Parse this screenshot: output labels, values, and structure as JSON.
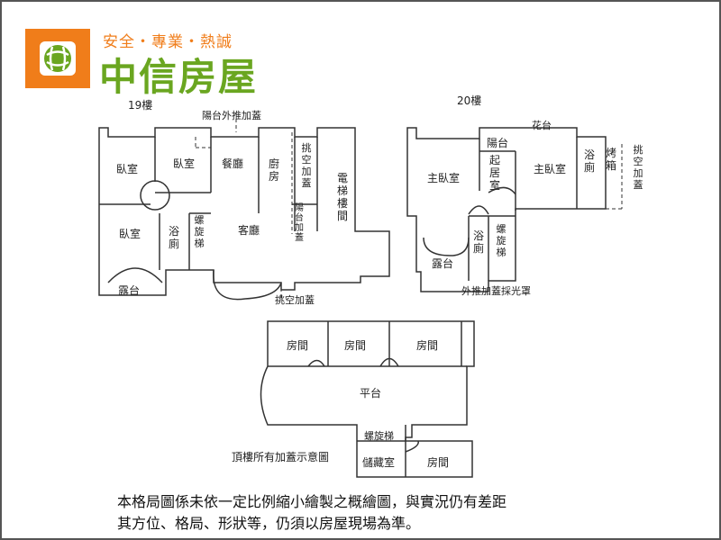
{
  "brand": {
    "slogan": "安全・專業・熱誠",
    "name": "中信房屋",
    "colors": {
      "orange": "#f07d1a",
      "green": "#6aa620"
    }
  },
  "floor19": {
    "title": "19樓",
    "rooms": {
      "bedroom_a": "臥室",
      "bedroom_b": "臥室",
      "bedroom_c": "臥室",
      "dining": "餐廳",
      "kitchen": "廚房",
      "living": "客廳",
      "bath": "浴廁",
      "spiral_stair": "螺旋梯",
      "elevator_stair": "電梯樓間",
      "balcony_cover": "陽台加蓋",
      "terrace": "露台"
    },
    "notes": {
      "balcony_ext": "陽台外推加蓋",
      "void_cover_right": "挑空加蓋",
      "void_cover_bottom": "挑空加蓋"
    }
  },
  "floor20": {
    "title": "20樓",
    "rooms": {
      "master_a": "主臥室",
      "master_b": "主臥室",
      "balcony": "陽台",
      "living": "起居室",
      "bath_a": "浴廁",
      "bath_b": "浴廁",
      "sauna": "烤箱",
      "spiral_stair": "螺旋梯",
      "terrace": "露台",
      "garden": "花台"
    },
    "notes": {
      "void_cover": "挑空加蓋",
      "skylight": "外推加蓋採光罩"
    }
  },
  "roof": {
    "title": "頂樓所有加蓋示意圖",
    "rooms": {
      "room_a": "房間",
      "room_b": "房間",
      "room_c": "房間",
      "room_d": "房間",
      "platform": "平台",
      "spiral_stair": "螺旋梯",
      "storage": "儲藏室"
    }
  },
  "disclaimer": {
    "line1": "本格局圖係未依一定比例縮小繪製之概繪圖，與實況仍有差距",
    "line2": "其方位、格局、形狀等，仍須以房屋現場為準。"
  }
}
